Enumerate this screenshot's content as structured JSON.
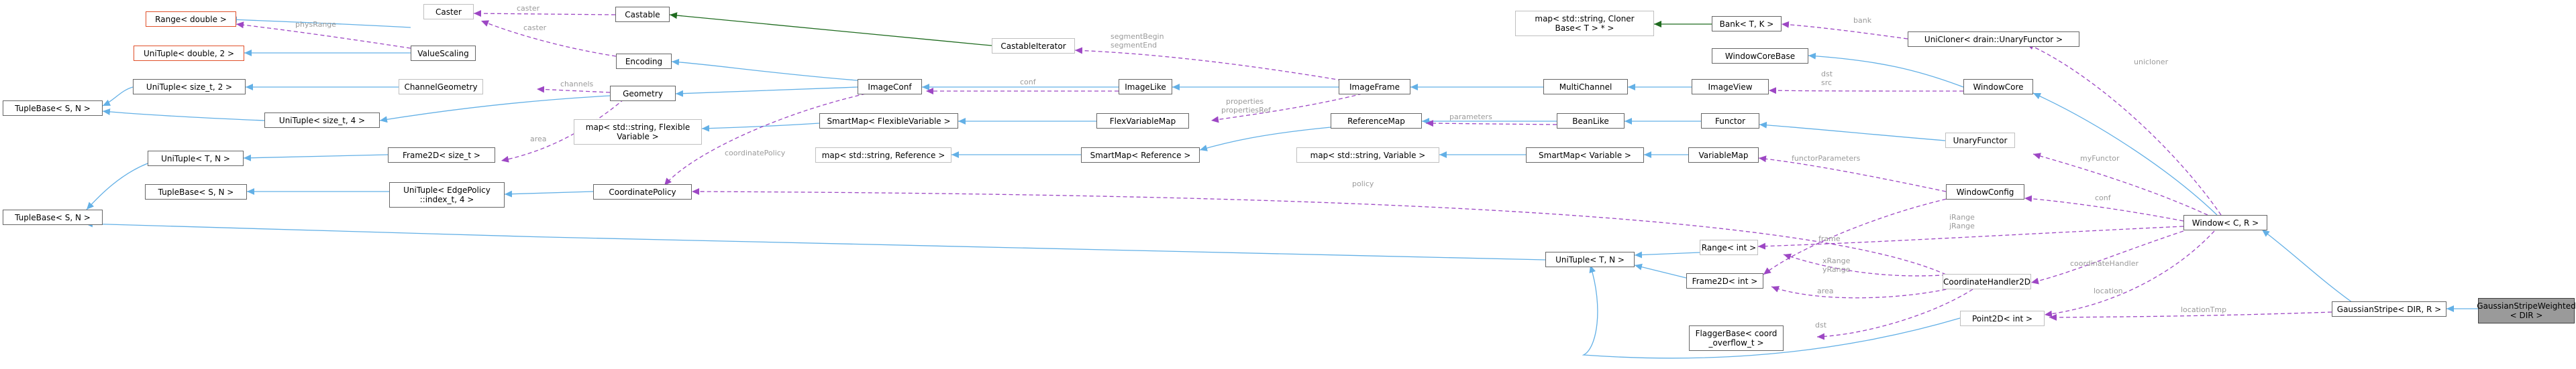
{
  "nodes": {
    "n_range_double": "Range< double >",
    "n_caster": "Caster",
    "n_castable": "Castable",
    "n_unituple_double2": "UniTuple< double, 2 >",
    "n_valuescaling": "ValueScaling",
    "n_encoding": "Encoding",
    "n_castable_iterator": "CastableIterator",
    "n_unituple_size2": "UniTuple< size_t, 2 >",
    "n_channelgeometry": "ChannelGeometry",
    "n_geometry": "Geometry",
    "n_imageconf": "ImageConf",
    "n_imagelike": "ImageLike",
    "n_imageframe": "ImageFrame",
    "n_tuplebase_sn_1": "TupleBase< S, N >",
    "n_unituple_size4": "UniTuple< size_t, 4 >",
    "n_map_flexible": "map< std::string, Flexible\nVariable >",
    "n_smartmap_flexible": "SmartMap< FlexibleVariable >",
    "n_flexvariablemap": "FlexVariableMap",
    "n_referencemap": "ReferenceMap",
    "n_unituple_tn_1": "UniTuple< T, N >",
    "n_frame2d_size": "Frame2D< size_t >",
    "n_map_reference": "map< std::string, Reference >",
    "n_smartmap_reference": "SmartMap< Reference >",
    "n_map_variable": "map< std::string, Variable >",
    "n_smartmap_variable": "SmartMap< Variable >",
    "n_variablemap": "VariableMap",
    "n_tuplebase_sn_2": "TupleBase< S, N >",
    "n_unituple_edgepolicy": "UniTuple< EdgePolicy\n::index_t, 4 >",
    "n_coordinatepolicy": "CoordinatePolicy",
    "n_map_cloner": "map< std::string, Cloner\nBase< T > * >",
    "n_bank": "Bank< T, K >",
    "n_unicloner": "UniCloner< drain::UnaryFunctor >",
    "n_windowcorebase": "WindowCoreBase",
    "n_multichannel": "MultiChannel",
    "n_imageview": "ImageView",
    "n_windowcore": "WindowCore",
    "n_beanlike": "BeanLike",
    "n_functor": "Functor",
    "n_unaryfunctor": "UnaryFunctor",
    "n_windowconfig": "WindowConfig",
    "n_range_int": "Range< int >",
    "n_unituple_tn_2": "UniTuple< T, N >",
    "n_window": "Window< C, R >",
    "n_frame2d_int": "Frame2D< int >",
    "n_coordinatehandler": "CoordinateHandler2D",
    "n_flaggerbase": "FlaggerBase< coord\n_overflow_t >",
    "n_point2d": "Point2D< int >",
    "n_gaussianstripe": "GaussianStripe< DIR, R >",
    "n_gaussianweighted": "GaussianStripeWeighted\n< DIR >"
  },
  "edge_labels": {
    "physrange": "physRange",
    "caster": "caster",
    "caster2": "caster",
    "channels": "channels",
    "area": "area",
    "conf": "conf",
    "coordinatepolicy": "coordinatePolicy",
    "segment": "segmentBegin\nsegmentEnd",
    "properties": "properties\npropertiesRef",
    "parameters": "parameters",
    "bank": "bank",
    "unicloner": "unicloner",
    "dst_src": "dst\nsrc",
    "functorparameters": "functorParameters",
    "policy": "policy",
    "myfunctor": "myFunctor",
    "conf2": "conf",
    "irange_jrange": "iRange\njRange",
    "frame": "frame",
    "xrange_yrange": "xRange\nyRange",
    "coordinatehandler": "coordinateHandler",
    "location": "location",
    "area2": "area",
    "dst": "dst",
    "locationtmp": "locationTmp"
  },
  "colors": {
    "inheritance": "#63b0e6",
    "usage": "#9d47c4",
    "template": "#1f6b1f",
    "focus_fill": "#9a9a9a",
    "external_border": "#e0502a",
    "label_gray": "#9a9a9a"
  }
}
